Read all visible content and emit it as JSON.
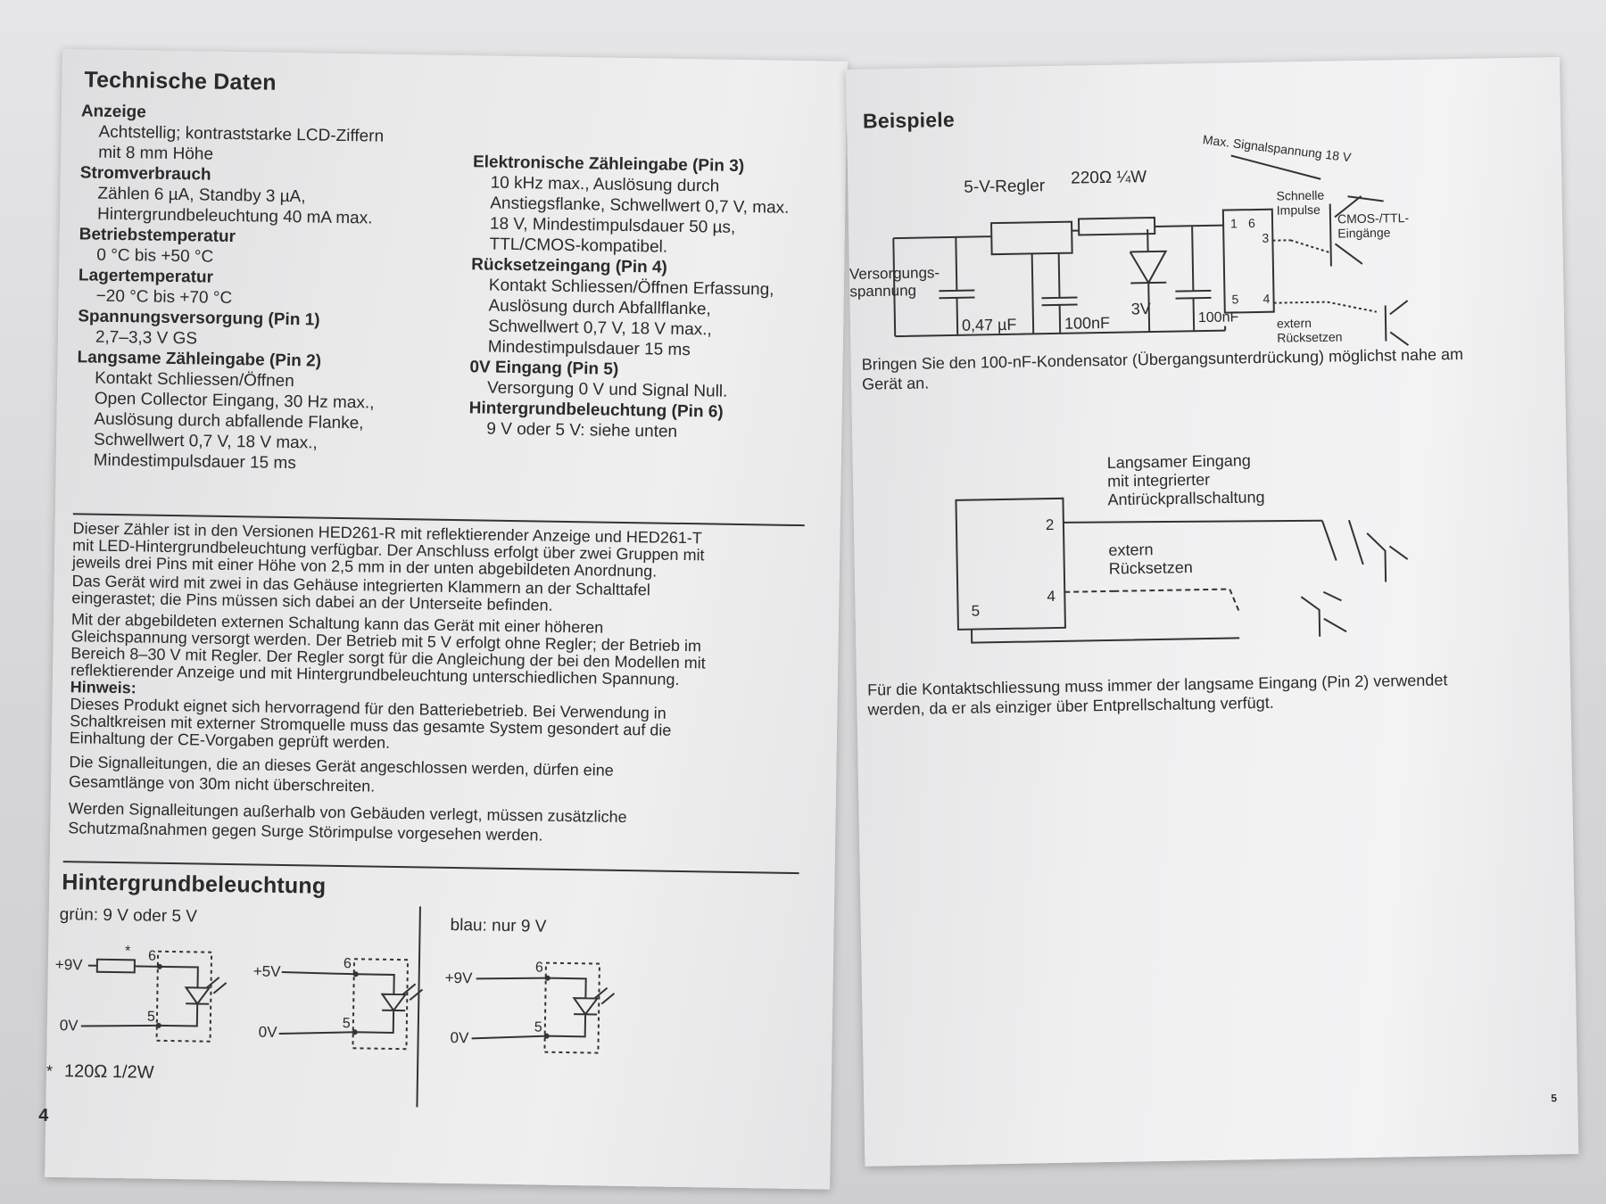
{
  "left": {
    "title": "Technische Daten",
    "specs_left": [
      {
        "h": "Anzeige",
        "t": "Achtstellig; kontraststarke LCD-Ziffern\nmit 8 mm Höhe"
      },
      {
        "h": "Stromverbrauch",
        "t": "Zählen 6 µA, Standby 3 µA,\nHintergrundbeleuchtung 40 mA max."
      },
      {
        "h": "Betriebstemperatur",
        "t": "0 °C bis +50 °C"
      },
      {
        "h": "Lagertemperatur",
        "t": "−20 °C bis +70 °C"
      },
      {
        "h": "Spannungsversorgung (Pin 1)",
        "t": "2,7–3,3 V GS"
      },
      {
        "h": "Langsame Zähleingabe (Pin 2)",
        "t": "Kontakt Schliessen/Öffnen\nOpen Collector Eingang, 30 Hz max.,\nAuslösung durch abfallende Flanke,\nSchwellwert 0,7 V, 18 V max.,\nMindestimpulsdauer 15 ms"
      }
    ],
    "specs_right": [
      {
        "h": "Elektronische Zähleingabe (Pin 3)",
        "t": "10 kHz max., Auslösung durch\nAnstiegsflanke, Schwellwert 0,7 V, max.\n18 V, Mindestimpulsdauer 50 µs,\nTTL/CMOS-kompatibel."
      },
      {
        "h": "Rücksetzeingang (Pin 4)",
        "t": "Kontakt Schliessen/Öffnen Erfassung,\nAuslösung durch Abfallflanke,\nSchwellwert 0,7 V, 18 V max.,\nMindestimpulsdauer 15 ms"
      },
      {
        "h": "0V Eingang (Pin 5)",
        "t": "Versorgung 0 V und Signal Null."
      },
      {
        "h": "Hintergrundbeleuchtung (Pin 6)",
        "t": "9 V oder 5 V: siehe unten"
      }
    ],
    "para1": "Dieser Zähler ist in den Versionen HED261-R mit reflektierender Anzeige und HED261-T\nmit LED-Hintergrundbeleuchtung verfügbar. Der Anschluss erfolgt über zwei Gruppen mit\njeweils drei Pins mit einer Höhe von 2,5 mm in der unten abgebildeten Anordnung.",
    "para2": "Das Gerät wird mit zwei in das Gehäuse integrierten Klammern an der Schalttafel\neingerastet; die Pins müssen sich dabei an der Unterseite befinden.",
    "para3": "Mit der abgebildeten externen Schaltung kann das Gerät mit einer höheren\nGleichspannung versorgt werden. Der Betrieb mit 5 V erfolgt ohne Regler; der Betrieb im\nBereich 8–30 V mit Regler. Der Regler sorgt für die Angleichung der bei den Modellen mit\nreflektierender Anzeige und mit Hintergrundbeleuchtung unterschiedlichen Spannung.",
    "hinweis_label": "Hinweis:",
    "hinweis1": "Dieses Produkt eignet sich hervorragend für den Batteriebetrieb. Bei Verwendung in\nSchaltkreisen mit externer Stromquelle muss das gesamte System gesondert auf die\nEinhaltung der CE-Vorgaben geprüft werden.",
    "hinweis2": "Die Signalleitungen, die an dieses Gerät angeschlossen werden, dürfen eine\nGesamtlänge von 30m nicht überschreiten.",
    "hinweis3": "Werden Signalleitungen außerhalb von Gebäuden verlegt, müssen zusätzliche\nSchutzmaßnahmen gegen Surge Störimpulse vorgesehen werden.",
    "backlight_title": "Hintergrundbeleuchtung",
    "green_label": "grün: 9 V oder 5 V",
    "blue_label": "blau: nur 9 V",
    "diagram": {
      "v9": "+9V",
      "v5": "+5V",
      "v0": "0V",
      "pin6": "6",
      "pin5": "5",
      "star": "*"
    },
    "footnote_star": "*",
    "footnote": "120Ω 1/2W",
    "page_number": "4"
  },
  "right": {
    "title": "Beispiele",
    "circuit": {
      "max_signal": "Max. Signalspannung 18 V",
      "regler": "5-V-Regler",
      "resistor": "220Ω ¼W",
      "supply": "Versorgungs-\nspannung",
      "cap1": "0,47 µF",
      "cap2": "100nF",
      "zener": "3V",
      "cap3": "100nF",
      "pin1": "1",
      "pin6": "6",
      "pin3": "3",
      "pin5": "5",
      "pin4": "4",
      "fast": "Schnelle\nImpulse",
      "cmos": "CMOS-/TTL-\nEingänge",
      "reset": "extern\nRücksetzen"
    },
    "note1": "Bringen Sie den 100-nF-Kondensator (Übergangsunterdrückung) möglichst nahe am\nGerät an.",
    "circuit2": {
      "slow": "Langsamer Eingang\nmit integrierter\nAntirückprallschaltung",
      "reset": "extern\nRücksetzen",
      "pin2": "2",
      "pin4": "4",
      "pin5": "5"
    },
    "note2": "Für die Kontaktschliessung muss immer der langsame Eingang (Pin 2) verwendet\nwerden, da er als einziger über Entprellschaltung verfügt.",
    "page_number": "5"
  }
}
